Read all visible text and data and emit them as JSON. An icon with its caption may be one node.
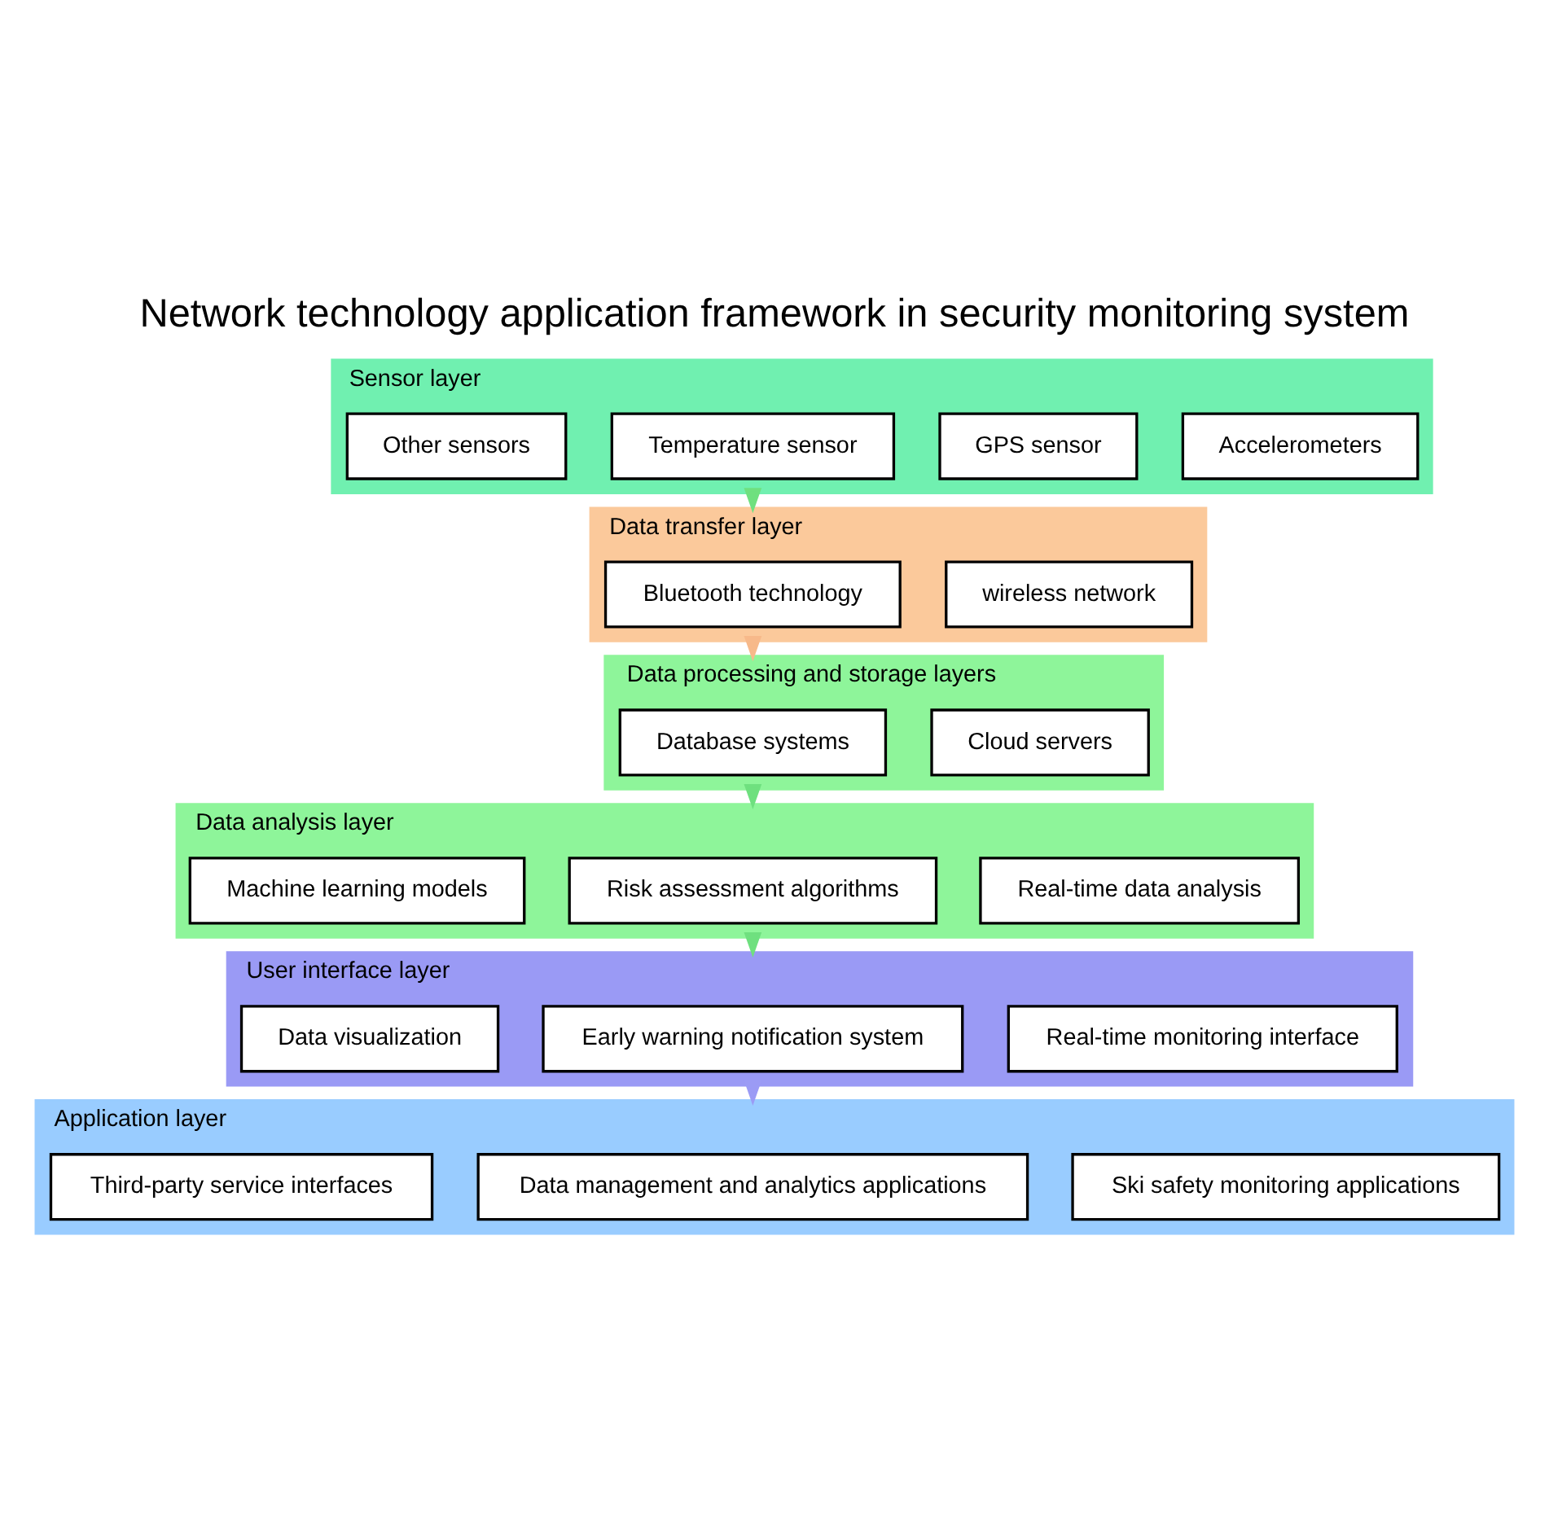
{
  "diagram": {
    "title": "Network technology application framework in security monitoring system",
    "nodes": [
      {
        "text": [
          "Sensor layer"
        ]
      },
      {
        "text": [
          "Accelerometers"
        ],
        "in": 0
      },
      {
        "text": [
          "GPS sensor"
        ],
        "in": 0
      },
      {
        "text": [
          "Temperature sensor"
        ],
        "in": 0
      },
      {
        "text": [
          "Other sensors"
        ],
        "in": 0
      },
      {
        "text": [
          "Data transfer layer"
        ]
      },
      {
        "text": [
          "wireless network"
        ],
        "in": 5
      },
      {
        "text": [
          "Bluetooth technology"
        ],
        "in": 5
      },
      {
        "text": [
          "Data processing and storage layers"
        ]
      },
      {
        "text": [
          "Cloud servers"
        ],
        "in": 8
      },
      {
        "text": [
          "Database systems"
        ],
        "in": 8
      },
      {
        "text": [
          "Data analysis layer"
        ]
      },
      {
        "text": [
          "Real-time data analysis"
        ],
        "in": 11
      },
      {
        "text": [
          "Risk assessment algorithms"
        ],
        "in": 11
      },
      {
        "text": [
          "Machine learning models"
        ],
        "in": 11
      },
      {
        "text": [
          "User interface layer"
        ]
      },
      {
        "text": [
          "Real-time monitoring interface"
        ],
        "in": 15
      },
      {
        "text": [
          "Early warning notification system"
        ],
        "in": 15
      },
      {
        "text": [
          "Data visualization"
        ],
        "in": 15
      },
      {
        "text": [
          "Application layer"
        ]
      },
      {
        "text": [
          "Ski safety monitoring applications"
        ],
        "in": 19
      },
      {
        "text": [
          "Data management and analytics applications"
        ],
        "in": 19
      },
      {
        "text": [
          "Third-party service interfaces"
        ],
        "in": 19
      }
    ],
    "edges": [
      {
        "from": 0,
        "to": 5,
        "arrow": "to"
      },
      {
        "from": 5,
        "to": 8,
        "arrow": "to",
        "color": "#f7b98a"
      },
      {
        "from": 8,
        "to": 11,
        "arrow": "to"
      },
      {
        "from": 11,
        "to": 15,
        "arrow": "to"
      },
      {
        "from": 15,
        "to": 19,
        "arrow": "to",
        "color": "#9b9bf5"
      }
    ]
  }
}
